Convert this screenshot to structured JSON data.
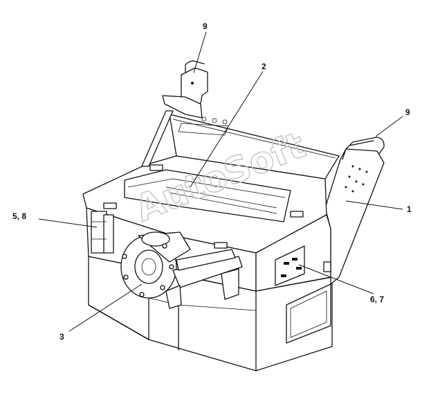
{
  "watermark": "AutoSoft",
  "callouts": [
    {
      "id": "c9a",
      "label": "9"
    },
    {
      "id": "c2",
      "label": "2"
    },
    {
      "id": "c9b",
      "label": "9"
    },
    {
      "id": "c1",
      "label": "1"
    },
    {
      "id": "c58",
      "label": "5, 8"
    },
    {
      "id": "c67",
      "label": "6, 7"
    },
    {
      "id": "c3",
      "label": "3"
    }
  ]
}
